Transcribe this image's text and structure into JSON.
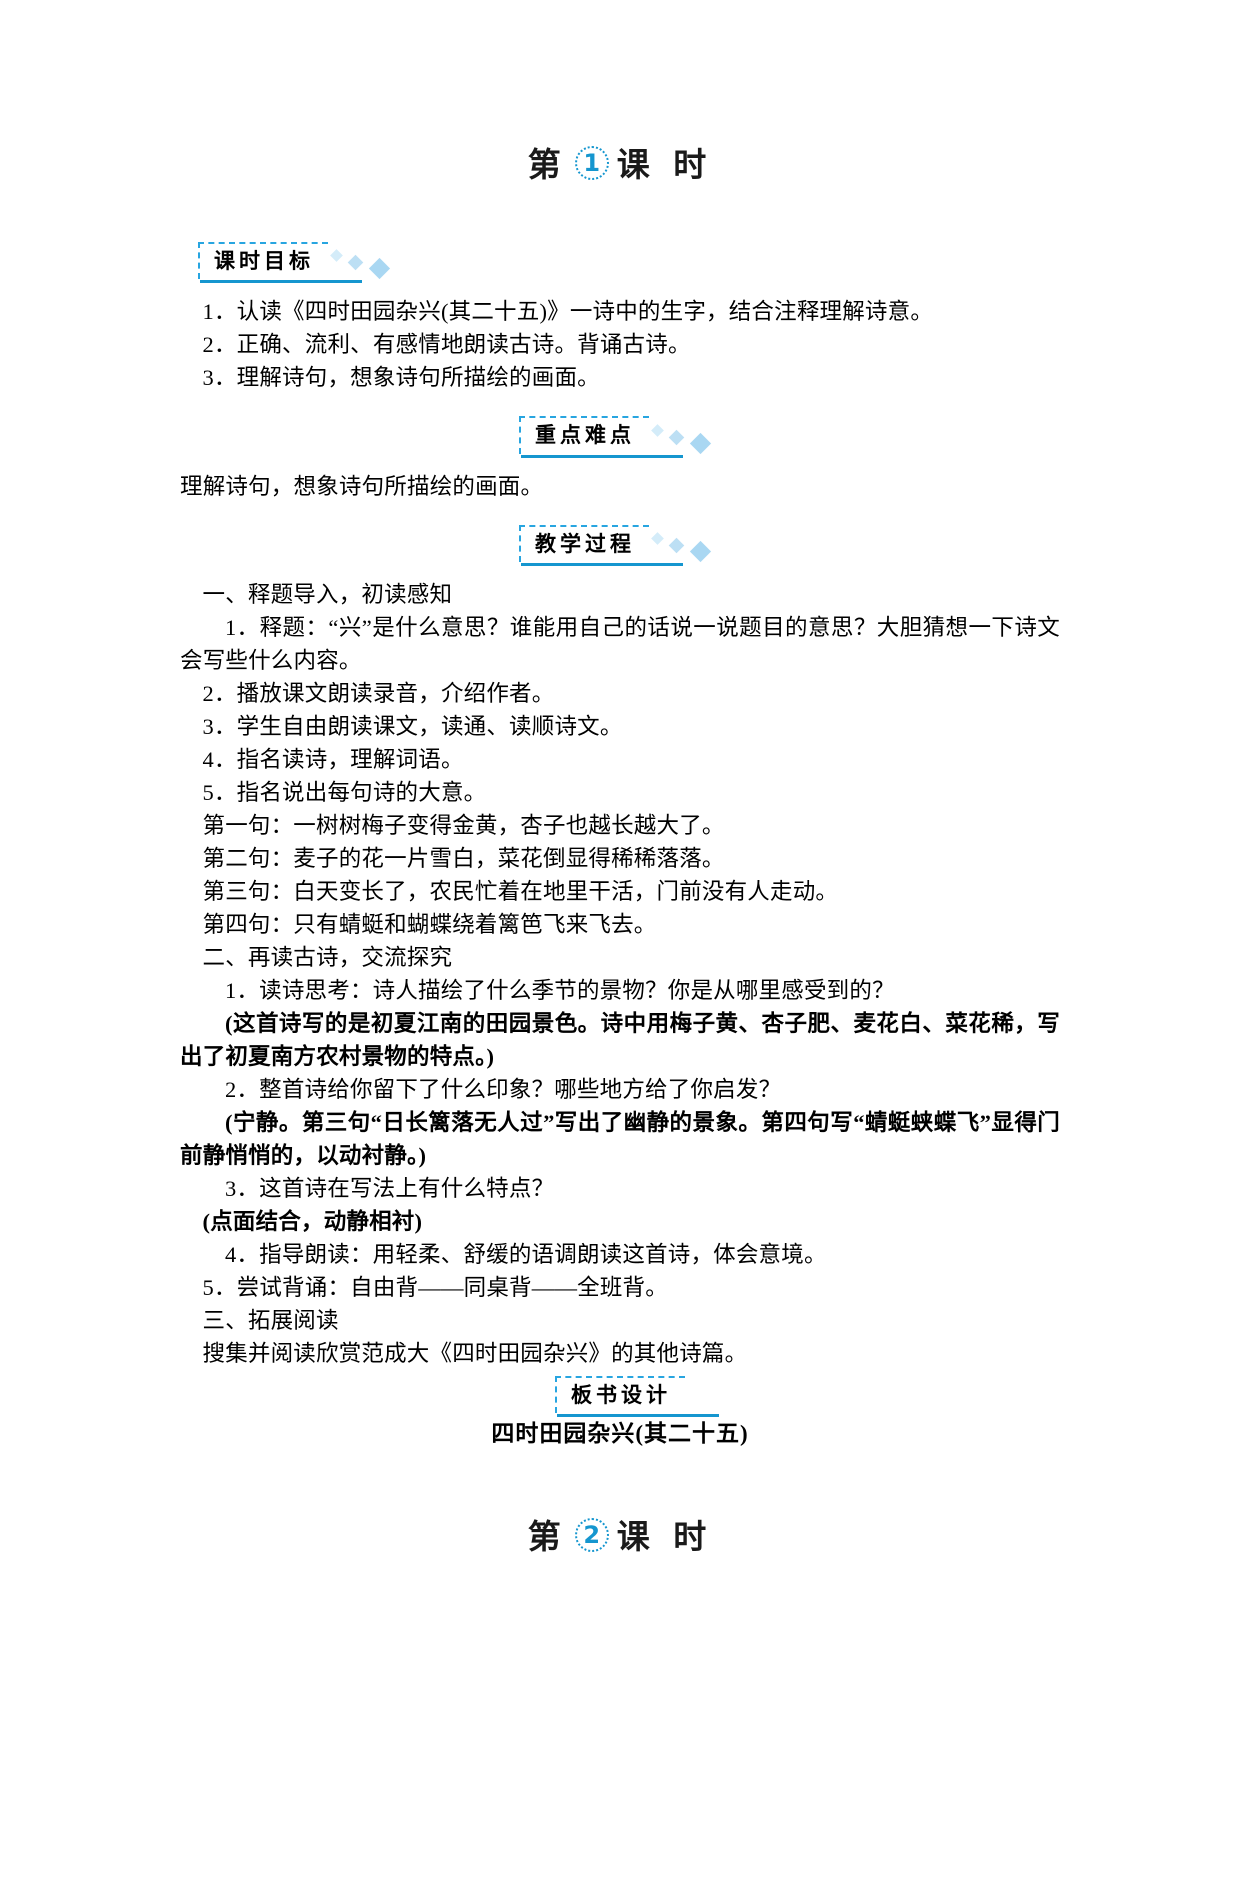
{
  "colors": {
    "accent": "#1596cf",
    "accent_light": "#28a5e0",
    "diamond": "#bcdff4"
  },
  "heading_1": {
    "prefix": "第",
    "number": "1",
    "suffix": "课 时"
  },
  "heading_2": {
    "prefix": "第",
    "number": "2",
    "suffix": "课 时"
  },
  "sections": {
    "objectives_label": "课时目标",
    "key_points_label": "重点难点",
    "process_label": "教学过程",
    "board_design_label": "板书设计"
  },
  "objectives": [
    "1．认读《四时田园杂兴(其二十五)》一诗中的生字，结合注释理解诗意。",
    "2．正确、流利、有感情地朗读古诗。背诵古诗。",
    "3．理解诗句，想象诗句所描绘的画面。"
  ],
  "key_points": "理解诗句，想象诗句所描绘的画面。",
  "process": {
    "part1_title": "一、释题导入，初读感知",
    "part1_items": [
      "1．释题：“兴”是什么意思？谁能用自己的话说一说题目的意思？大胆猜想一下诗文会写些什么内容。",
      "2．播放课文朗读录音，介绍作者。",
      "3．学生自由朗读课文，读通、读顺诗文。",
      "4．指名读诗，理解词语。",
      "5．指名说出每句诗的大意。"
    ],
    "sentences": [
      "第一句：一树树梅子变得金黄，杏子也越长越大了。",
      "第二句：麦子的花一片雪白，菜花倒显得稀稀落落。",
      "第三句：白天变长了，农民忙着在地里干活，门前没有人走动。",
      "第四句：只有蜻蜓和蝴蝶绕着篱笆飞来飞去。"
    ],
    "part2_title": "二、再读古诗，交流探究",
    "q1": "1．读诗思考：诗人描绘了什么季节的景物？你是从哪里感受到的？",
    "a1": "(这首诗写的是初夏江南的田园景色。诗中用梅子黄、杏子肥、麦花白、菜花稀，写出了初夏南方农村景物的特点。)",
    "q2": "2．整首诗给你留下了什么印象？哪些地方给了你启发？",
    "a2": "(宁静。第三句“日长篱落无人过”写出了幽静的景象。第四句写“蜻蜓蛱蝶飞”显得门前静悄悄的，以动衬静。)",
    "q3": "3．这首诗在写法上有什么特点？",
    "a3": "(点面结合，动静相衬)",
    "item4": "4．指导朗读：用轻柔、舒缓的语调朗读这首诗，体会意境。",
    "item5": "5．尝试背诵：自由背——同桌背——全班背。",
    "part3_title": "三、拓展阅读",
    "part3_text": "搜集并阅读欣赏范成大《四时田园杂兴》的其他诗篇。"
  },
  "board_design": {
    "poem_title": "四时田园杂兴(其二十五)"
  }
}
